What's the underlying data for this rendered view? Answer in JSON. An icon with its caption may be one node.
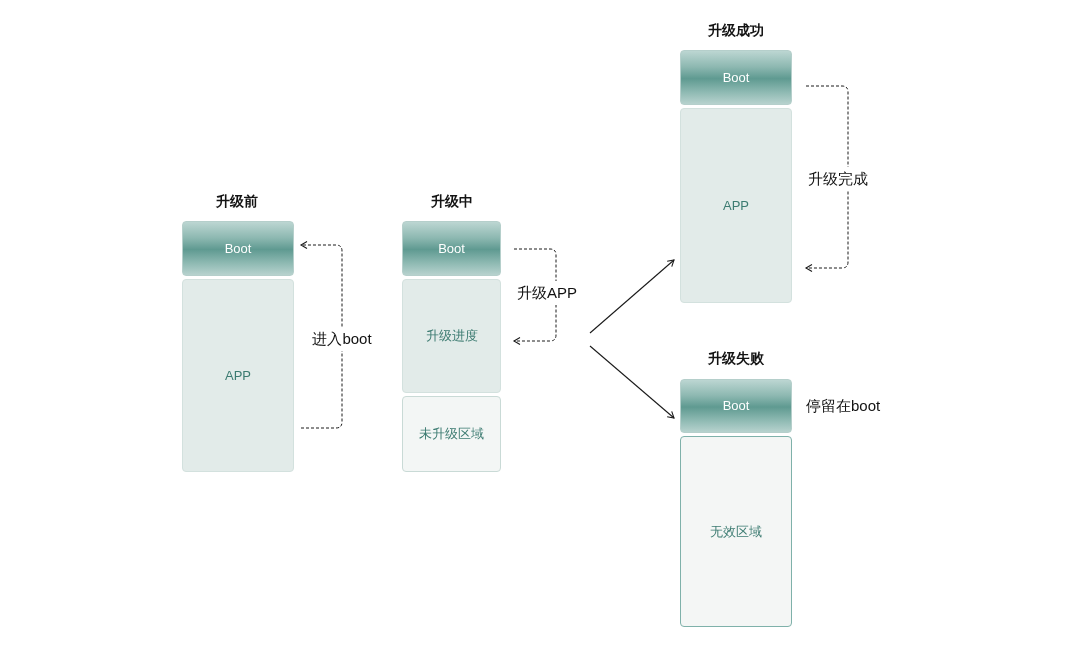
{
  "diagram": {
    "nodes": [
      {
        "text": [
          "Boot"
        ]
      },
      {
        "text": [
          "APP"
        ]
      },
      {
        "text": [
          "Boot"
        ]
      },
      {
        "text": [
          "升级进度"
        ]
      },
      {
        "text": [
          "未升级区域"
        ]
      },
      {
        "text": [
          "Boot"
        ]
      },
      {
        "text": [
          "APP"
        ]
      },
      {
        "text": [
          "Boot"
        ],
        "beside": [
          "停留在boot"
        ]
      },
      {
        "text": [
          "无效区域"
        ]
      }
    ],
    "edges": [
      {
        "from": 1,
        "to": 0,
        "arrow": "to",
        "label": "进入boot",
        "style": "dashed"
      },
      {
        "from": 2,
        "to": 3,
        "arrow": "to",
        "label": "升级APP",
        "style": "dashed"
      },
      {
        "from": 5,
        "to": 6,
        "arrow": "to",
        "label": "升级完成",
        "style": "dashed"
      },
      {
        "from": null,
        "to": 6,
        "arrow": "to"
      },
      {
        "from": null,
        "to": 7,
        "arrow": "to"
      }
    ],
    "labels": [
      "升级前",
      "升级中",
      "升级成功",
      "升级失败"
    ]
  }
}
